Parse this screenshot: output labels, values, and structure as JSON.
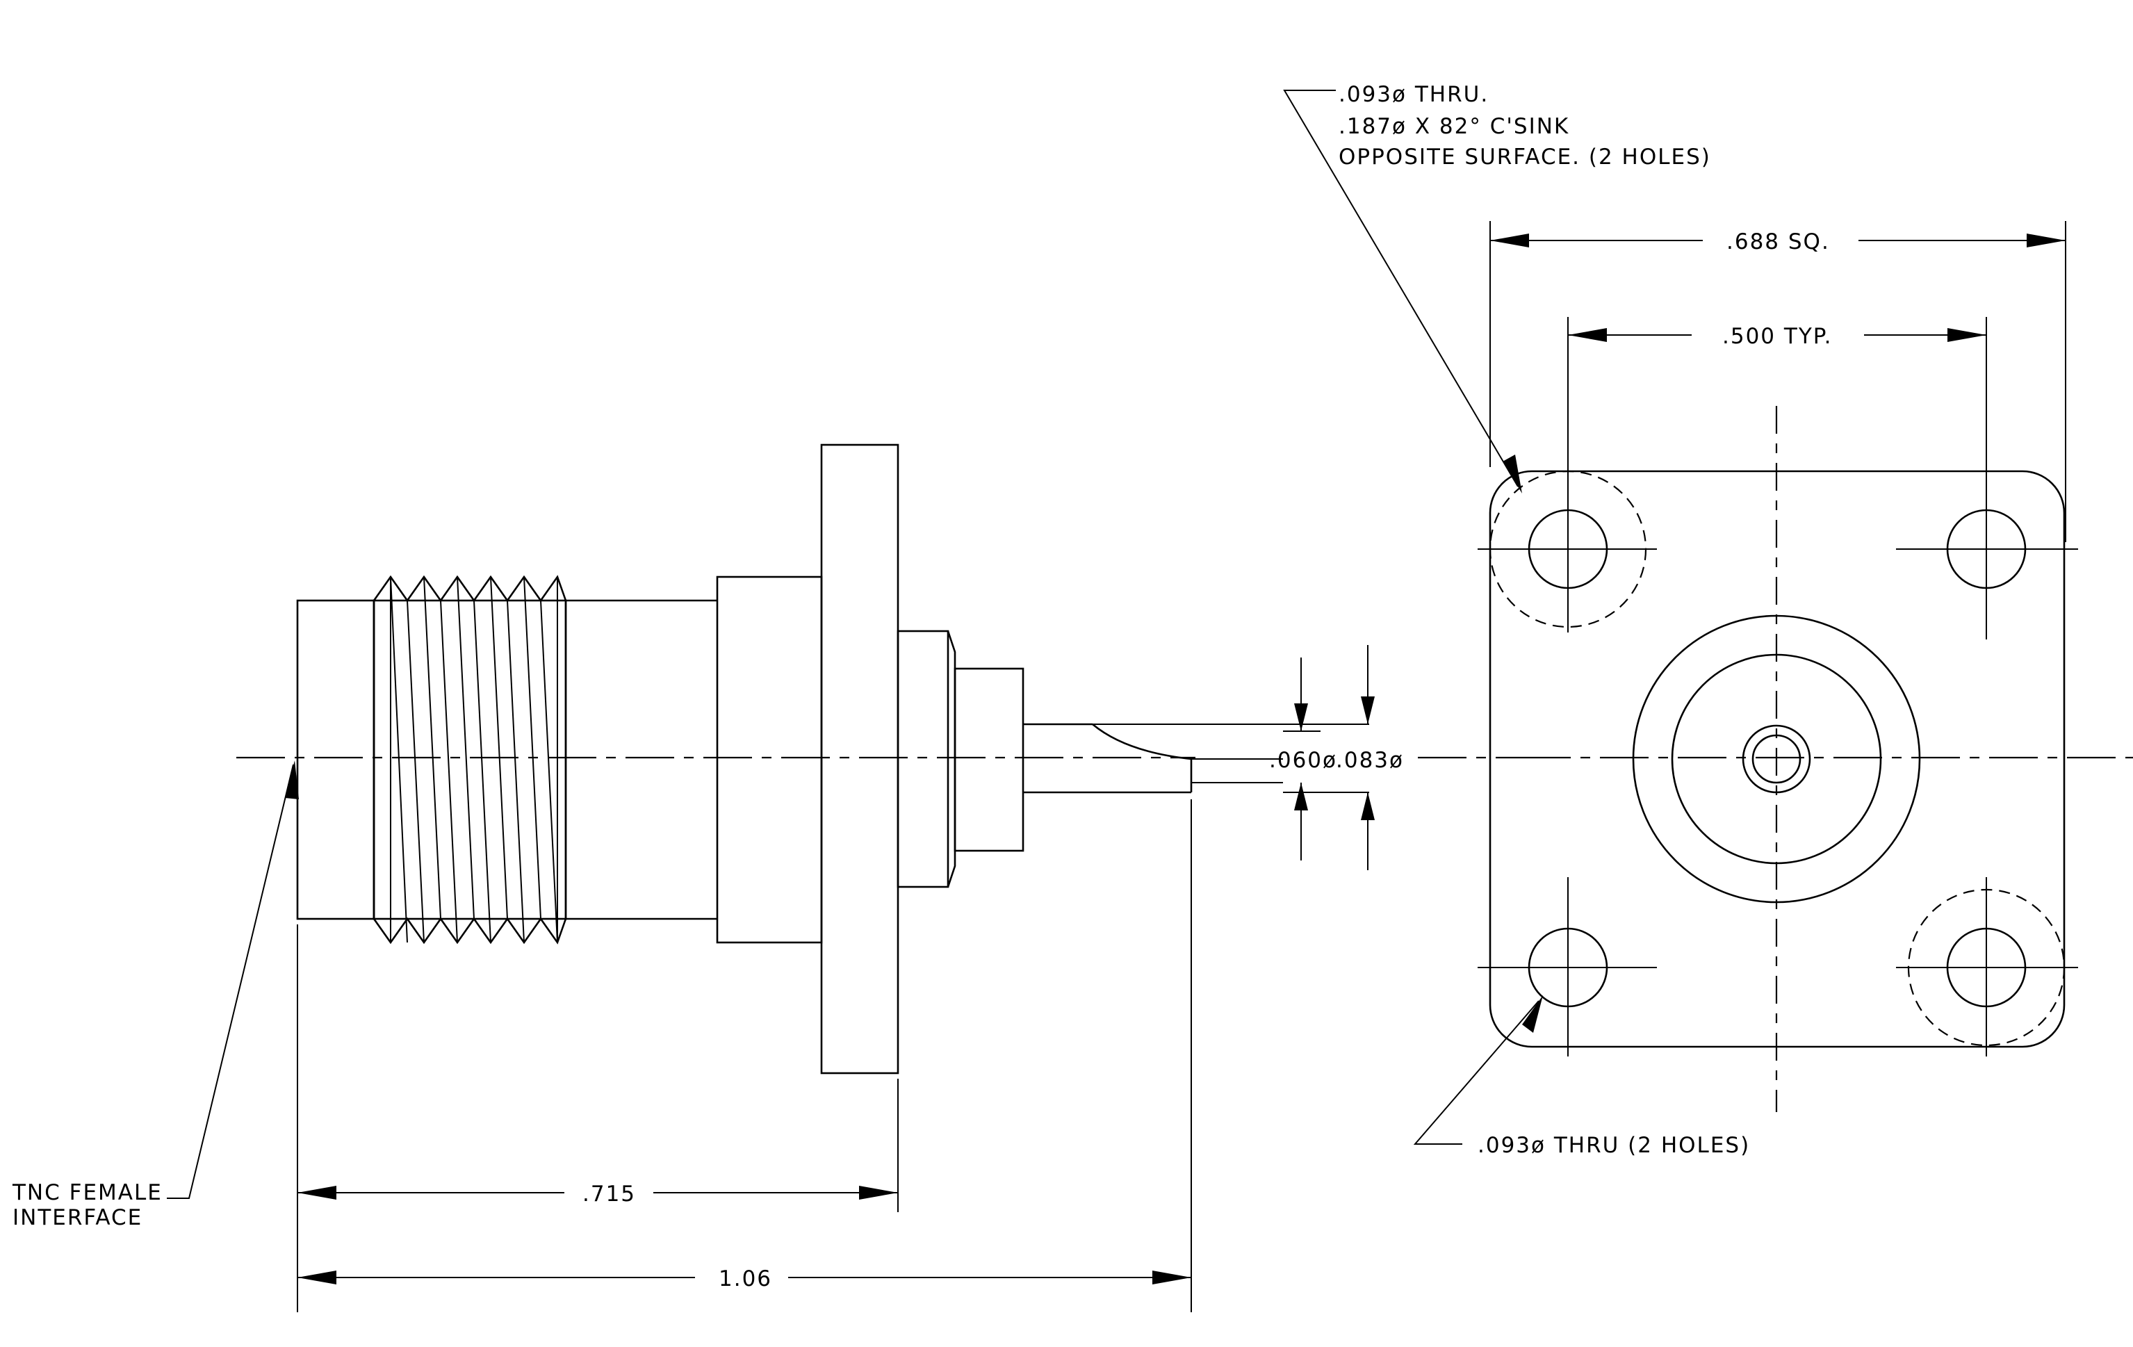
{
  "notes": {
    "csink_line1": ".093ø THRU.",
    "csink_line2": ".187ø X 82° C'SINK",
    "csink_line3": "OPPOSITE SURFACE. (2 HOLES)",
    "thru_holes": ".093ø THRU (2 HOLES)",
    "interface_line1": "TNC FEMALE",
    "interface_line2": "INTERFACE"
  },
  "dimensions": {
    "flange_square": ".688 SQ.",
    "hole_spacing": ".500 TYP.",
    "pin_diameter": ".060ø",
    "dielectric_diameter": ".083ø",
    "flange_to_interface": ".715",
    "overall_length": "1.06"
  }
}
